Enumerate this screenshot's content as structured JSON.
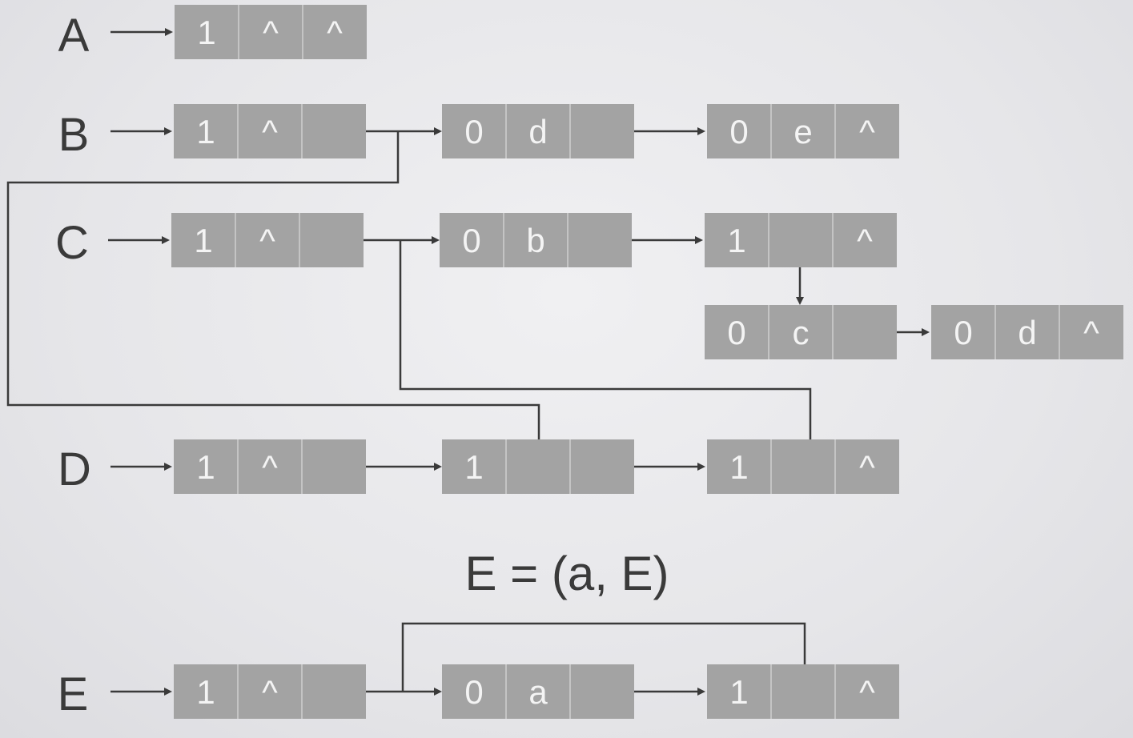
{
  "list_labels": [
    "A",
    "B",
    "C",
    "D",
    "E"
  ],
  "formula": "E = (a,  E)",
  "nodes": {
    "A": [
      "1",
      "^",
      "^"
    ],
    "B1": [
      "1",
      "^",
      ""
    ],
    "B2": [
      "0",
      "d",
      ""
    ],
    "B3": [
      "0",
      "e",
      "^"
    ],
    "C1": [
      "1",
      "^",
      ""
    ],
    "C2": [
      "0",
      "b",
      ""
    ],
    "C3": [
      "1",
      "",
      "^"
    ],
    "C4": [
      "0",
      "c",
      ""
    ],
    "C5": [
      "0",
      "d",
      "^"
    ],
    "D1": [
      "1",
      "^",
      ""
    ],
    "D2": [
      "1",
      "",
      ""
    ],
    "D3": [
      "1",
      "",
      "^"
    ],
    "E1": [
      "1",
      "^",
      ""
    ],
    "E2": [
      "0",
      "a",
      ""
    ],
    "E3": [
      "1",
      "",
      "^"
    ]
  },
  "colors": {
    "node_fill": "#a3a3a3",
    "node_text": "#f4f4f4",
    "line": "#3a3a3a",
    "background": "#e8e8eb"
  }
}
